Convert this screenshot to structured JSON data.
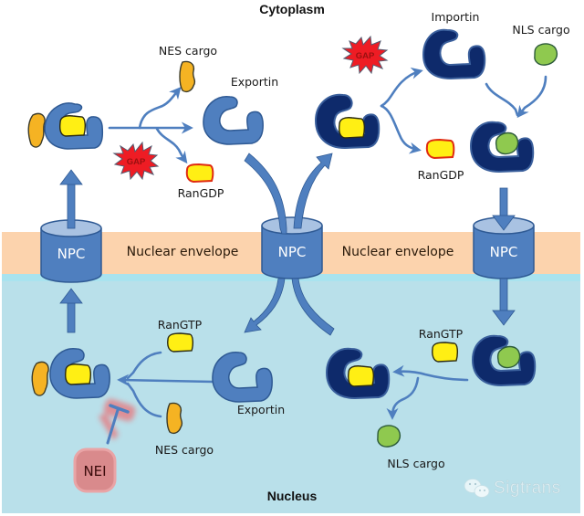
{
  "regions": {
    "cytoplasm": "Cytoplasm",
    "nucleus": "Nucleus"
  },
  "envelope": {
    "left_label": "Nuclear envelope",
    "right_label": "Nuclear envelope"
  },
  "npc": {
    "left": "NPC",
    "center": "NPC",
    "right": "NPC"
  },
  "cytoplasm_export": {
    "nes_cargo": "NES cargo",
    "exportin": "Exportin",
    "gap": "GAP",
    "rangdp": "RanGDP"
  },
  "cytoplasm_import": {
    "gap": "GAP",
    "importin": "Importin",
    "nls_cargo": "NLS cargo",
    "rangdp": "RanGDP"
  },
  "nucleus_export": {
    "rangtp": "RanGTP",
    "exportin": "Exportin",
    "nes_cargo": "NES cargo",
    "inhibitor": "NEI"
  },
  "nucleus_import": {
    "rangtp": "RanGTP",
    "nls_cargo": "NLS cargo"
  },
  "watermark": {
    "text": "Sigtrans",
    "icon": "wechat-chat-bubbles-icon"
  },
  "colors": {
    "exportin_blue": "#4f7fbf",
    "importin_navy": "#0e2a6b",
    "ran_yellow": "#ffef14",
    "nes_orange": "#f5b323",
    "nls_green": "#8fc94f",
    "gap_red": "#ee1c24",
    "envelope_peach": "#fcd3ad",
    "nucleus_bg": "#b9e0ea",
    "nei_pink": "#d98a8c"
  }
}
